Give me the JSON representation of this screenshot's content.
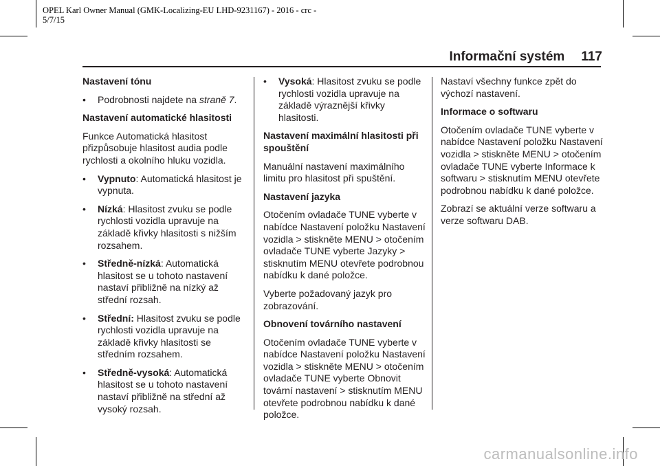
{
  "header": {
    "meta_line1": "OPEL Karl Owner Manual (GMK-Localizing-EU LHD-9231167) - 2016 - crc -",
    "meta_line2": "5/7/15",
    "section_title": "Informační systém",
    "page_number": "117"
  },
  "column1": {
    "h_tone": "Nastavení tónu",
    "b_details_prefix": "Podrobnosti najdete na ",
    "b_details_link": "straně 7",
    "b_details_suffix": ".",
    "h_auto_volume": "Nastavení automatické hlasitosti",
    "p_auto_volume": "Funkce Automatická hlasitost přizpůsobuje hlasitost audia podle rychlosti a okolního hluku vozidla.",
    "bullets": [
      {
        "term": "Vypnuto",
        "sep": ": ",
        "text": "Automatická hlasitost je vypnuta."
      },
      {
        "term": "Nízká",
        "sep": ": ",
        "text": "Hlasitost zvuku se podle rychlosti vozidla upravuje na základě křivky hlasitosti s nižším rozsahem."
      },
      {
        "term": "Středně-nízká",
        "sep": ": ",
        "text": "Automatická hlasitost se u tohoto nastavení nastaví přibližně na nízký až střední rozsah."
      },
      {
        "term": "Střední:",
        "sep": " ",
        "text": "Hlasitost zvuku se podle rychlosti vozidla upravuje na základě křivky hlasitosti se středním rozsahem."
      },
      {
        "term": "Středně-vysoká",
        "sep": ": ",
        "text": "Automatická hlasitost se u tohoto nastavení nastaví přibližně na střední až vysoký rozsah."
      }
    ]
  },
  "column2": {
    "bullet_high": {
      "term": "Vysoká",
      "sep": ": ",
      "text": "Hlasitost zvuku se podle rychlosti vozidla upravuje na základě výraznější křivky hlasitosti."
    },
    "h_max_startup": "Nastavení maximální hlasitosti při spouštění",
    "p_max_startup": "Manuální nastavení maximálního limitu pro hlasitost při spuštění.",
    "h_language": "Nastavení jazyka",
    "p_language_1": "Otočením ovladače TUNE vyberte v nabídce Nastavení položku Nastavení vozidla > stiskněte MENU > otočením ovladače TUNE vyberte Jazyky > stisknutím MENU otevřete podrobnou nabídku k dané položce.",
    "p_language_2": "Vyberte požadovaný jazyk pro zobrazování.",
    "h_factory": "Obnovení továrního nastavení",
    "p_factory": "Otočením ovladače TUNE vyberte v nabídce Nastavení položku Nastavení vozidla > stiskněte MENU > otočením ovladače TUNE vyberte Obnovit tovární nastavení > stisknutím MENU otevřete podrobnou nabídku k dané položce."
  },
  "column3": {
    "p_factory_cont": "Nastaví všechny funkce zpět do výchozí nastavení.",
    "h_software": "Informace o softwaru",
    "p_software_1": "Otočením ovladače TUNE vyberte v nabídce Nastavení položku Nastavení vozidla > stiskněte MENU > otočením ovladače TUNE vyberte Informace k softwaru > stisknutím MENU otevřete podrobnou nabídku k dané položce.",
    "p_software_2": "Zobrazí se aktuální verze softwaru a verze softwaru DAB."
  },
  "footer": {
    "watermark": "carmanualsonline.info"
  },
  "bullet_char": "•"
}
